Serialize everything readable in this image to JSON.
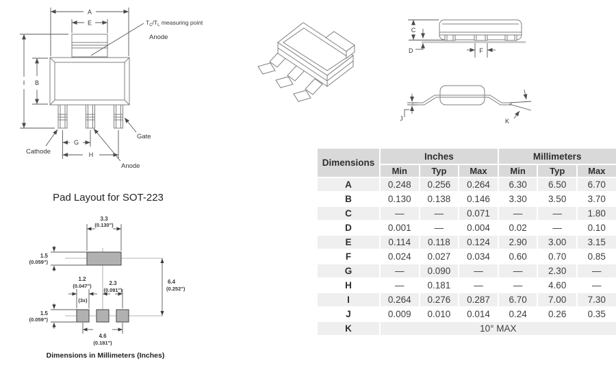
{
  "colors": {
    "table_header_bg": "#d9d9d9",
    "table_alt_row_bg": "#efefef",
    "table_text": "#3d3d3d",
    "pad_fill": "#b1b1b1",
    "seating_plane": "#cccccc"
  },
  "front_view": {
    "dim_labels": {
      "a": "A",
      "e": "E",
      "b": "B",
      "i": "I",
      "g": "G",
      "h": "H"
    },
    "annotations": {
      "tc": "T",
      "tc_sub": "C",
      "tl": "/T",
      "tl_sub": "L",
      "measuring_point": " measuring point",
      "anode_tab": "Anode",
      "cathode": "Cathode",
      "anode_lead": "Anode",
      "gate": "Gate"
    }
  },
  "side_views": {
    "dim_labels": {
      "c": "C",
      "d": "D",
      "f": "F",
      "j": "J",
      "k": "K"
    }
  },
  "pad_layout": {
    "title": "Pad Layout for SOT-223",
    "tab_width_mm": "3.3",
    "tab_width_in": "(0.130\")",
    "tab_height_mm": "1.5",
    "tab_height_in": "(0.059\")",
    "pad_width_mm": "1.2",
    "pad_width_in": "(0.047\")",
    "pad_count": "(3x)",
    "pad_pitch_mm": "2.3",
    "pad_pitch_in": "(0.091\")",
    "row_gap_mm": "6.4",
    "row_gap_in": "(0.252\")",
    "pad_height_mm": "1.5",
    "pad_height_in": "(0.059\")",
    "row_width_mm": "4.6",
    "row_width_in": "(0.181\")",
    "footer": "Dimensions in Millimeters (Inches)"
  },
  "dimensions_table": {
    "col_dimensions": "Dimensions",
    "group_inches": "Inches",
    "group_millimeters": "Millimeters",
    "sub_min": "Min",
    "sub_typ": "Typ",
    "sub_max": "Max",
    "rows": [
      {
        "dim": "A",
        "values": [
          "0.248",
          "0.256",
          "0.264",
          "6.30",
          "6.50",
          "6.70"
        ]
      },
      {
        "dim": "B",
        "values": [
          "0.130",
          "0.138",
          "0.146",
          "3.30",
          "3.50",
          "3.70"
        ]
      },
      {
        "dim": "C",
        "values": [
          "—",
          "—",
          "0.071",
          "—",
          "—",
          "1.80"
        ]
      },
      {
        "dim": "D",
        "values": [
          "0.001",
          "—",
          "0.004",
          "0.02",
          "—",
          "0.10"
        ]
      },
      {
        "dim": "E",
        "values": [
          "0.114",
          "0.118",
          "0.124",
          "2.90",
          "3.00",
          "3.15"
        ]
      },
      {
        "dim": "F",
        "values": [
          "0.024",
          "0.027",
          "0.034",
          "0.60",
          "0.70",
          "0.85"
        ]
      },
      {
        "dim": "G",
        "values": [
          "—",
          "0.090",
          "—",
          "—",
          "2.30",
          "—"
        ]
      },
      {
        "dim": "H",
        "values": [
          "—",
          "0.181",
          "—",
          "—",
          "4.60",
          "—"
        ]
      },
      {
        "dim": "I",
        "values": [
          "0.264",
          "0.276",
          "0.287",
          "6.70",
          "7.00",
          "7.30"
        ]
      },
      {
        "dim": "J",
        "values": [
          "0.009",
          "0.010",
          "0.014",
          "0.24",
          "0.26",
          "0.35"
        ]
      },
      {
        "dim": "K",
        "span": "10° MAX"
      }
    ]
  }
}
